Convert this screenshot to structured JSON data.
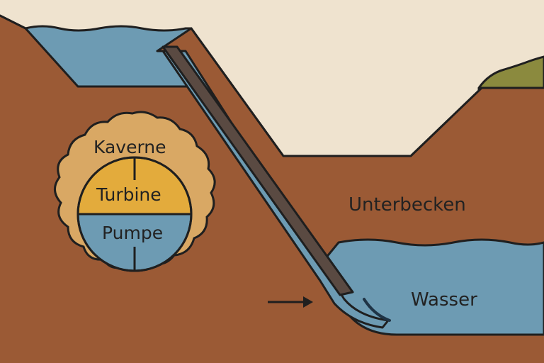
{
  "labels": {
    "cavern": "Kaverne",
    "turbine": "Turbine",
    "pump": "Pumpe",
    "lower_basin": "Unterbecken",
    "water": "Wasser"
  },
  "colors": {
    "sky": "#efe3cf",
    "earth": "#9b5a35",
    "water": "#6d9bb3",
    "cavern": "#d9a864",
    "turbine": "#e3ab3c",
    "pump": "#6d9bb3",
    "penstock": "#5a4a42",
    "grass": "#8b8a3e",
    "outline": "#1f1f1f"
  },
  "icons": {
    "flow_arrow": "arrow-right-icon"
  }
}
